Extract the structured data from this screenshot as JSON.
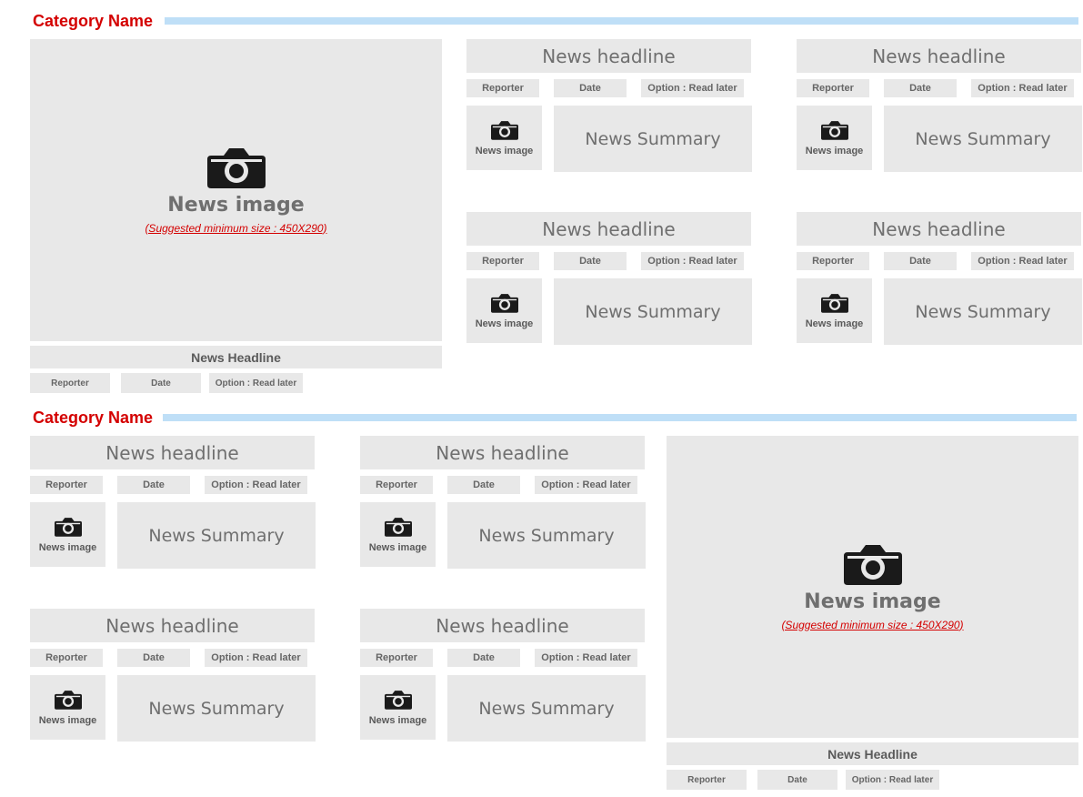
{
  "sections": [
    {
      "category": "Category Name",
      "featured": {
        "image_label": "News image",
        "image_hint": "(Suggested minimum size : 450X290)",
        "headline": "News Headline",
        "reporter": "Reporter",
        "date": "Date",
        "option": "Option : Read later"
      },
      "cards": [
        {
          "headline": "News headline",
          "reporter": "Reporter",
          "date": "Date",
          "option": "Option : Read later",
          "image_label": "News image",
          "summary": "News Summary"
        },
        {
          "headline": "News headline",
          "reporter": "Reporter",
          "date": "Date",
          "option": "Option : Read later",
          "image_label": "News image",
          "summary": "News Summary"
        },
        {
          "headline": "News headline",
          "reporter": "Reporter",
          "date": "Date",
          "option": "Option : Read later",
          "image_label": "News image",
          "summary": "News Summary"
        },
        {
          "headline": "News headline",
          "reporter": "Reporter",
          "date": "Date",
          "option": "Option : Read later",
          "image_label": "News image",
          "summary": "News Summary"
        }
      ]
    },
    {
      "category": "Category Name",
      "featured": {
        "image_label": "News image",
        "image_hint": "(Suggested minimum size : 450X290)",
        "headline": "News Headline",
        "reporter": "Reporter",
        "date": "Date",
        "option": "Option : Read later"
      },
      "cards": [
        {
          "headline": "News headline",
          "reporter": "Reporter",
          "date": "Date",
          "option": "Option : Read later",
          "image_label": "News image",
          "summary": "News Summary"
        },
        {
          "headline": "News headline",
          "reporter": "Reporter",
          "date": "Date",
          "option": "Option : Read later",
          "image_label": "News image",
          "summary": "News Summary"
        },
        {
          "headline": "News headline",
          "reporter": "Reporter",
          "date": "Date",
          "option": "Option : Read later",
          "image_label": "News image",
          "summary": "News Summary"
        },
        {
          "headline": "News headline",
          "reporter": "Reporter",
          "date": "Date",
          "option": "Option : Read later",
          "image_label": "News image",
          "summary": "News Summary"
        }
      ]
    }
  ],
  "colors": {
    "category_title": "#d40000",
    "category_bar": "#bfdff7",
    "placeholder_bg": "#e8e8e8",
    "hint_text": "#d40000"
  },
  "icons": {
    "image_placeholder": "camera-icon"
  }
}
